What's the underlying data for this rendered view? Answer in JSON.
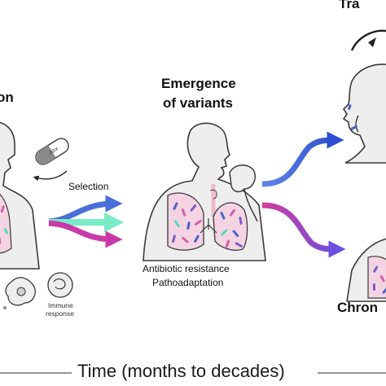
{
  "labels": {
    "left_title_1": "l",
    "left_title_2": "on",
    "emergence_1": "Emergence",
    "emergence_2": "of variants",
    "transmission": "Tra",
    "chronic": "Chron",
    "selection": "Selection",
    "resistance": "Antibiotic resistance",
    "pathoadaptation": "Pathoadaptation",
    "immune_1": "Immune",
    "immune_2": "response",
    "abx": "Abx",
    "timeline": "Time (months to decades)"
  },
  "colors": {
    "outline": "#3a3a3a",
    "body_fill": "#eeeeee",
    "lung_fill": "#f4d4e2",
    "arrow_blue": "#4a6fd8",
    "arrow_teal": "#79ebc6",
    "arrow_magenta": "#c93aa8",
    "arrow_purple": "#7a4fd8",
    "bacteria_blue": "#4a63c8",
    "bacteria_purple": "#7a5fc8",
    "bacteria_magenta": "#d060a8",
    "bacteria_teal": "#5ad8b8"
  }
}
